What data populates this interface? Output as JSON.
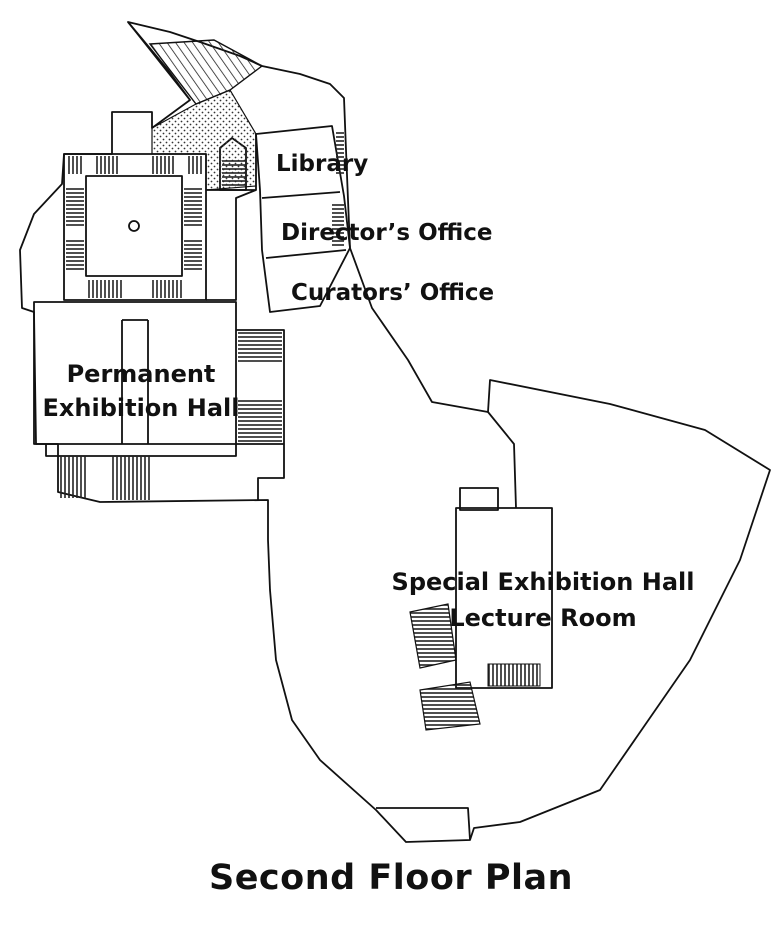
{
  "plan": {
    "title": "Second Floor Plan",
    "rooms": {
      "library": "Library",
      "directors_office": "Director’s Office",
      "curators_office": "Curators’ Office",
      "permanent_hall_line1": "Permanent",
      "permanent_hall_line2": "Exhibition Hall",
      "special_hall_line1": "Special Exhibition Hall",
      "special_hall_line2": "Lecture  Room"
    }
  }
}
